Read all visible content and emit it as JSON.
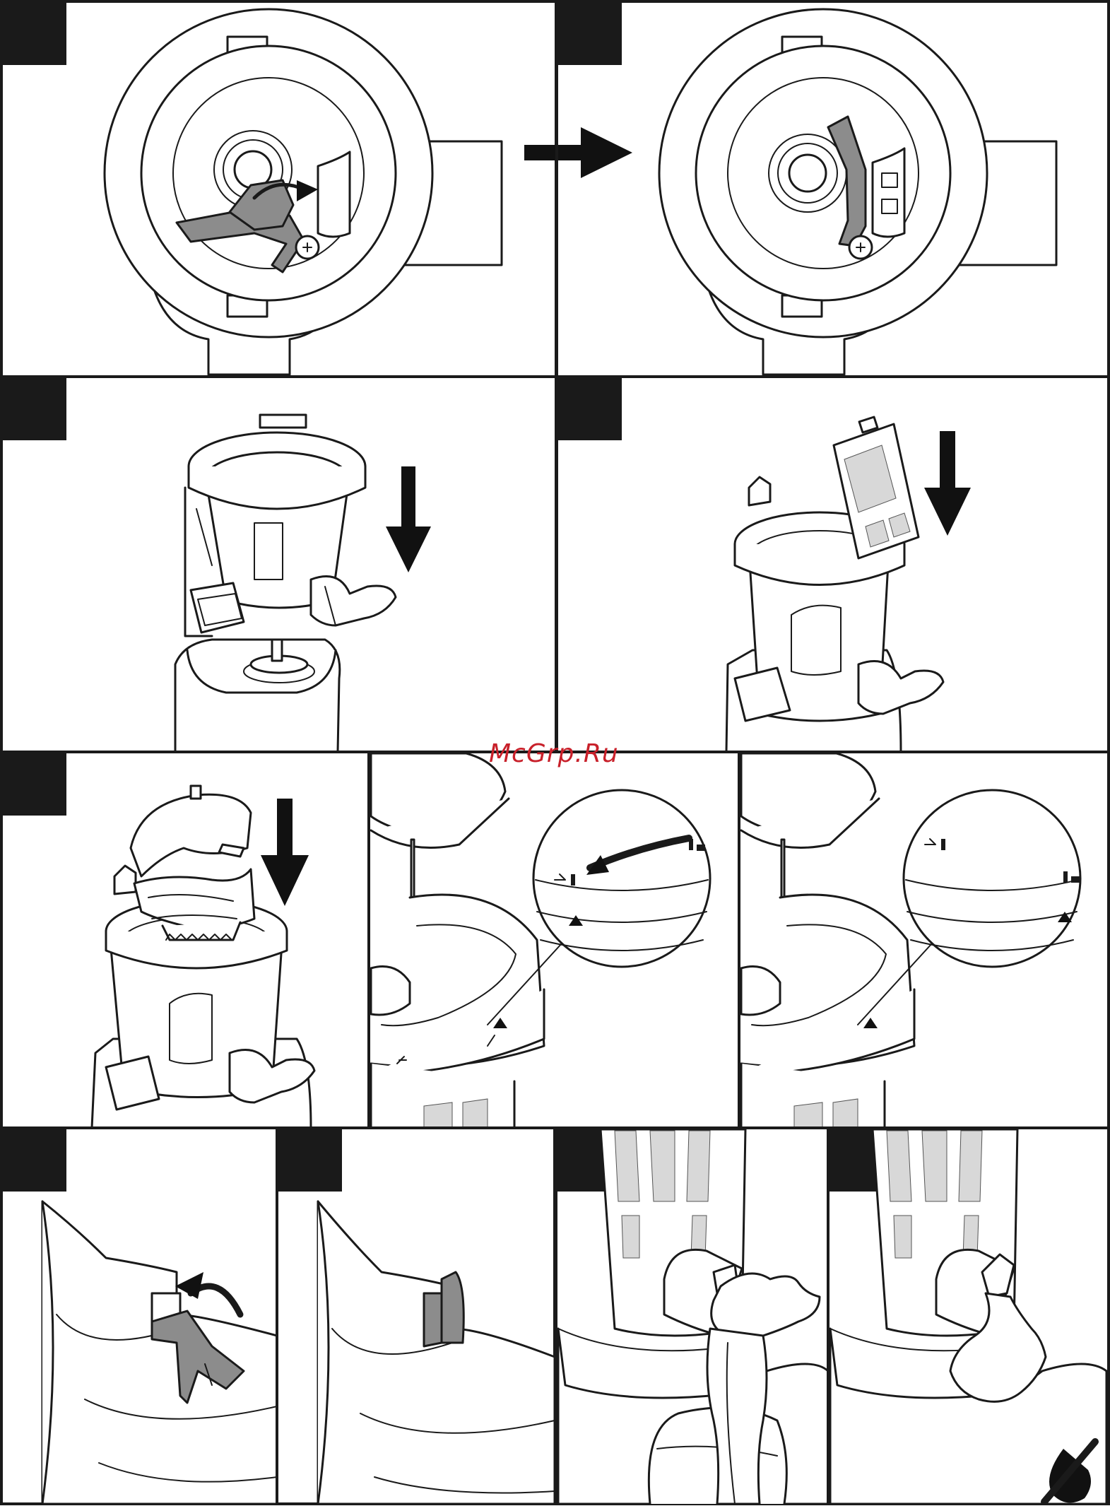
{
  "watermark": {
    "text": "McGrp.Ru",
    "color": "#c8202a"
  },
  "colors": {
    "line": "#1a1a1a",
    "accent_gray": "#8c8c8c",
    "background": "#ffffff"
  },
  "panels": [
    {
      "id": "panel-1",
      "depicts": "tab-open-icon"
    },
    {
      "id": "panel-2",
      "depicts": "tab-locked-icon"
    },
    {
      "id": "panel-3",
      "depicts": "bowl-insert-icon"
    },
    {
      "id": "panel-4",
      "depicts": "strainer-insert-icon"
    },
    {
      "id": "panel-5",
      "depicts": "auger-insert-icon"
    },
    {
      "id": "panel-6",
      "depicts": "lid-lock-rotate-icon"
    },
    {
      "id": "panel-7",
      "depicts": "lid-locked-icon"
    },
    {
      "id": "panel-8",
      "depicts": "latch-lift-icon"
    },
    {
      "id": "panel-9",
      "depicts": "latch-closed-icon"
    },
    {
      "id": "panel-10",
      "depicts": "juice-pour-icon"
    },
    {
      "id": "panel-11",
      "depicts": "no-drip-icon"
    }
  ]
}
